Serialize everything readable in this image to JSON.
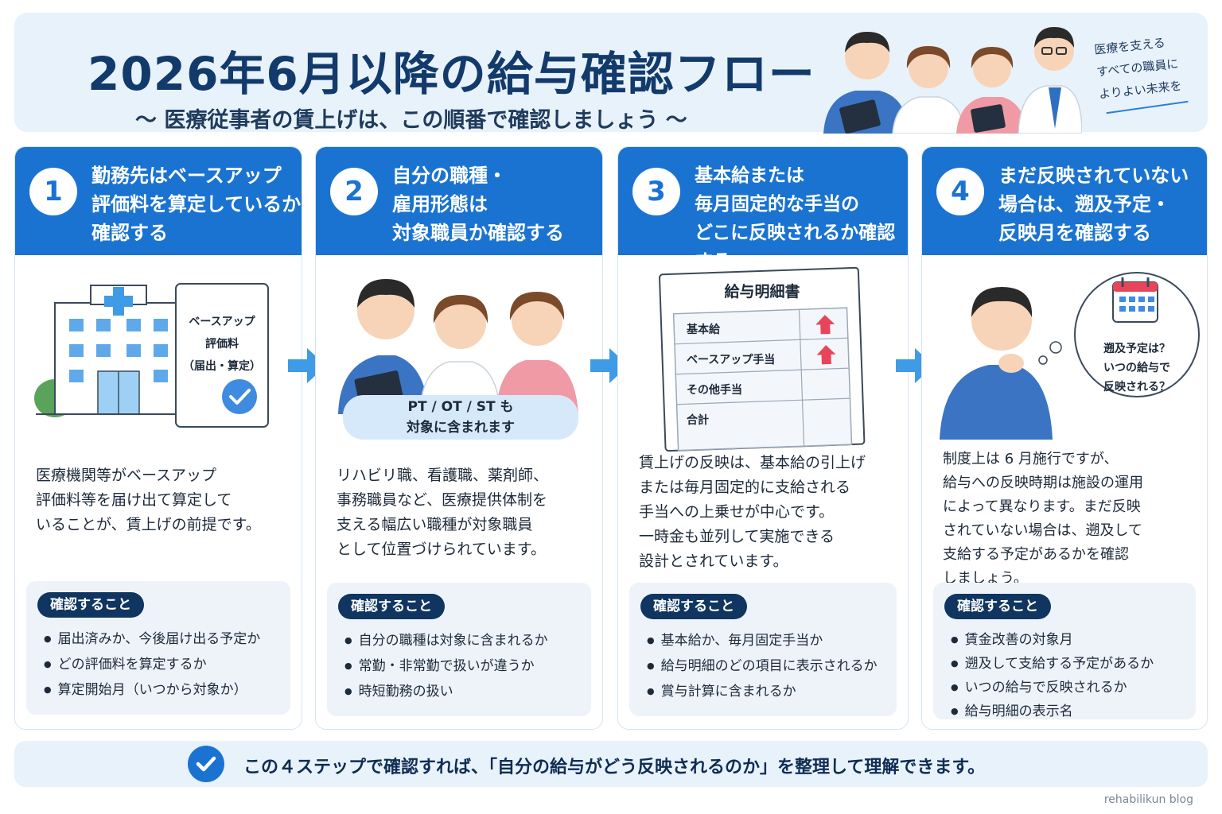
{
  "header": {
    "title": "2026年6月以降の給与確認フロー",
    "subtitle": "〜 医療従事者の賃上げは、この順番で確認しましょう 〜",
    "slogan": "医療を支える\nすべての職員に\nよりよい未来を"
  },
  "steps": [
    {
      "number": "1",
      "title": "勤務先はベースアップ\n評価料を算定しているか\n確認する",
      "illustration_label": "ベースアップ\n評価料\n（届出・算定）",
      "body": "医療機関等がベースアップ\n評価料等を届け出て算定して\nいることが、賃上げの前提です。",
      "check_label": "確認すること",
      "checks": [
        "届出済みか、今後届け出る予定か",
        "どの評価料を算定するか",
        "算定開始月（いつから対象か）"
      ]
    },
    {
      "number": "2",
      "title": "自分の職種・\n雇用形態は\n対象職員か確認する",
      "illustration_label": "PT / OT / ST も\n対象に含まれます",
      "body": "リハビリ職、看護職、薬剤師、\n事務職員など、医療提供体制を\n支える幅広い職種が対象職員\nとして位置づけられています。",
      "check_label": "確認すること",
      "checks": [
        "自分の職種は対象に含まれるか",
        "常勤・非常勤で扱いが違うか",
        "時短勤務の扱い"
      ]
    },
    {
      "number": "3",
      "title": "基本給または\n毎月固定的な手当の\nどこに反映されるか確認する",
      "payslip": {
        "title": "給与明細書",
        "rows": [
          "基本給",
          "ベースアップ手当",
          "その他手当",
          "合計"
        ]
      },
      "body": "賃上げの反映は、基本給の引上げ\nまたは毎月固定的に支給される\n手当への上乗せが中心です。\n一時金も並列して実施できる\n設計とされています。",
      "check_label": "確認すること",
      "checks": [
        "基本給か、毎月固定手当か",
        "給与明細のどの項目に表示されるか",
        "賞与計算に含まれるか"
      ]
    },
    {
      "number": "4",
      "title": "まだ反映されていない\n場合は、遡及予定・\n反映月を確認する",
      "illustration_label": "遡及予定は？\nいつの給与で\n反映される？",
      "body": "制度上は 6 月施行ですが、\n給与への反映時期は施設の運用\nによって異なります。まだ反映\nされていない場合は、遡及して\n支給する予定があるかを確認\nしましょう。",
      "check_label": "確認すること",
      "checks": [
        "賃金改善の対象月",
        "遡及して支給する予定があるか",
        "いつの給与で反映されるか",
        "給与明細の表示名"
      ]
    }
  ],
  "footer": {
    "text": "この４ステップで確認すれば、「自分の給与がどう反映されるのか」を整理して理解できます。",
    "credit": "rehabilikun blog"
  },
  "colors": {
    "primary": "#1a73d1",
    "dark_navy": "#0f3560",
    "light_bg": "#e8f2fb",
    "arrow": "#3f9be6",
    "up_arrow": "#e8455a"
  },
  "icons": [
    "check-circle-icon",
    "hospital-icon",
    "calendar-icon",
    "arrow-right-icon",
    "arrow-up-icon"
  ]
}
